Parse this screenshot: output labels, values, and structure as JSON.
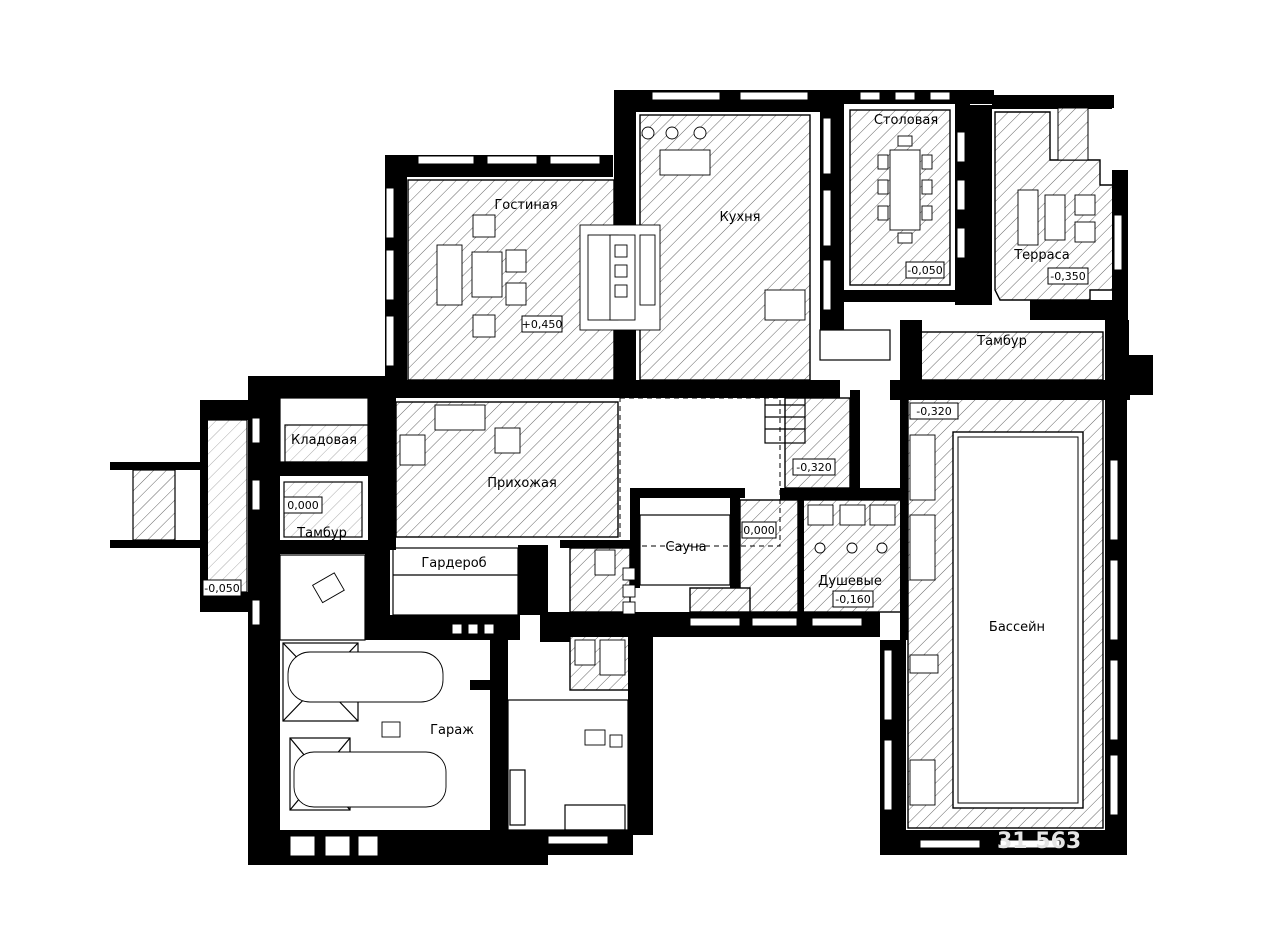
{
  "rooms": {
    "living": "Гостиная",
    "kitchen": "Кухня",
    "dining": "Столовая",
    "terrace": "Терраса",
    "vestibule_east": "Тамбур",
    "storage": "Кладовая",
    "hallway": "Прихожая",
    "vestibule_west": "Тамбур",
    "wardrobe": "Гардероб",
    "sauna": "Сауна",
    "showers": "Душевые",
    "pool": "Бассейн",
    "garage": "Гараж"
  },
  "levels": {
    "living": "+0,450",
    "dining": "-0,050",
    "terrace": "-0,350",
    "pool": "-0,320",
    "stair": "-0,320",
    "vestibule_west": "0,000",
    "entrance": "-0,050",
    "sauna": "0,000",
    "showers": "-0,160"
  },
  "watermark": "31 563"
}
